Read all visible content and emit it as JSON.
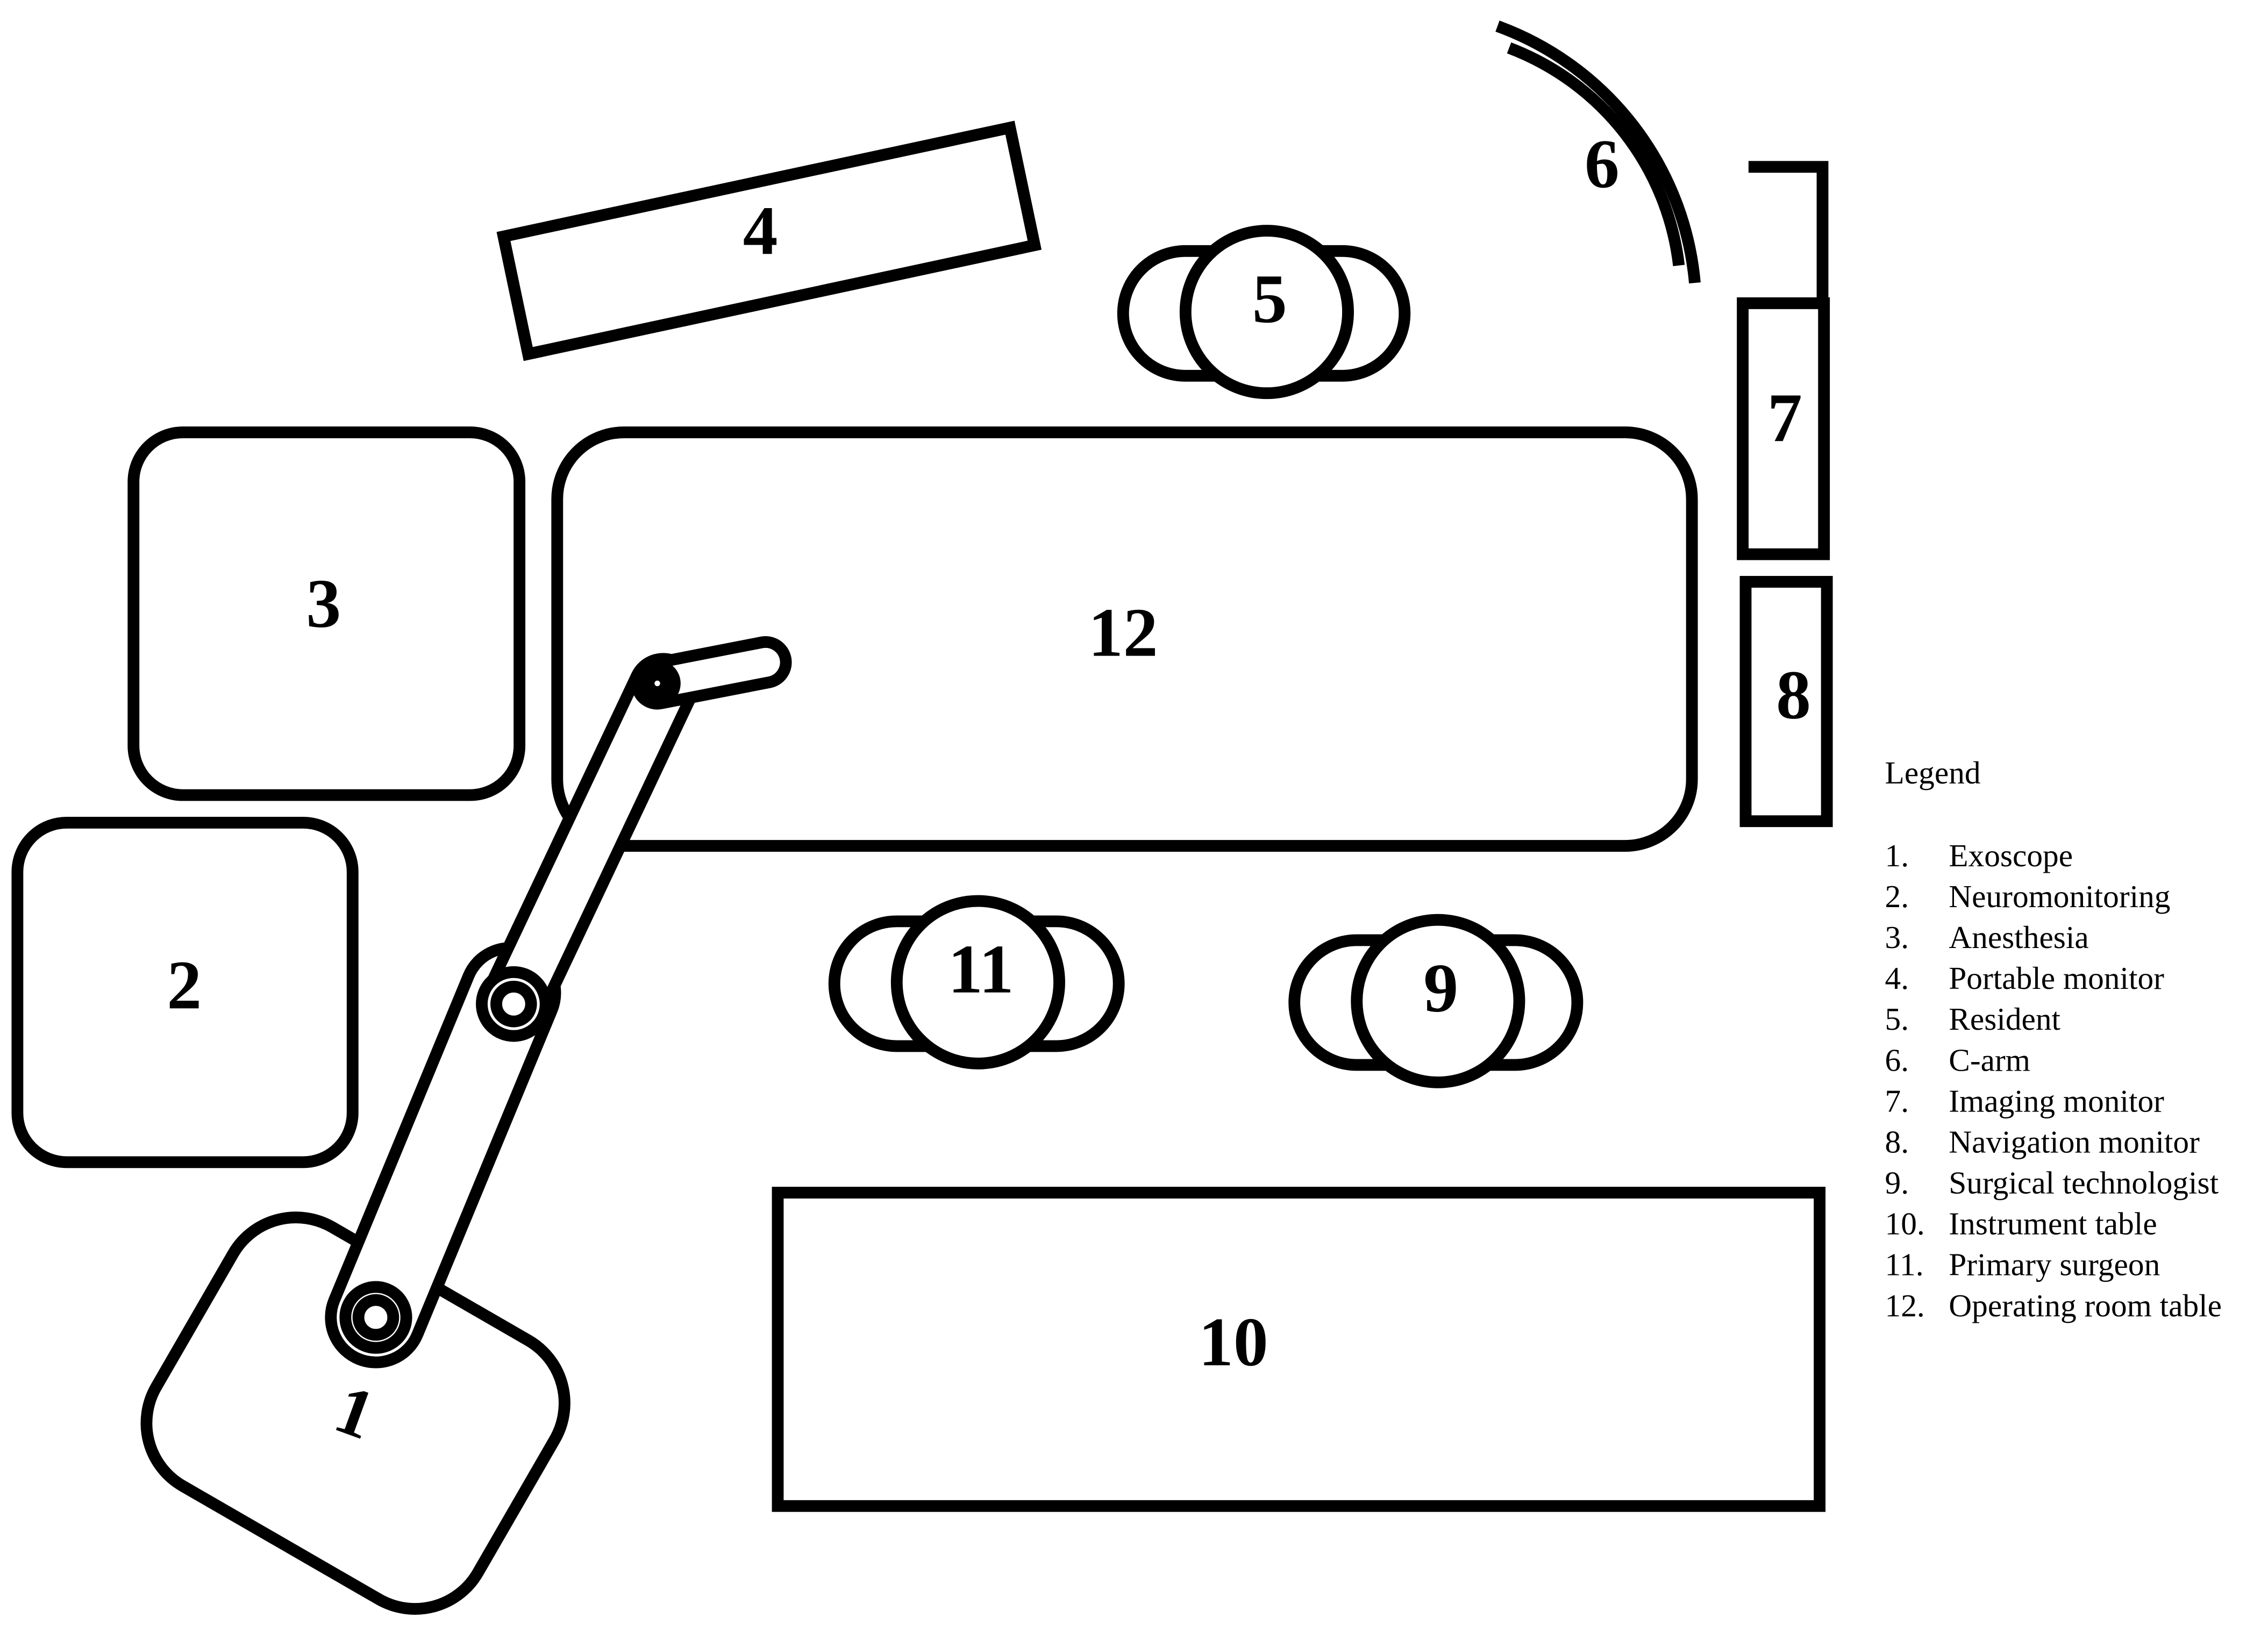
{
  "diagram": {
    "labels": {
      "exoscope": "1",
      "neuromonitoring": "2",
      "anesthesia": "3",
      "portable_monitor": "4",
      "resident": "5",
      "c_arm": "6",
      "imaging_monitor": "7",
      "navigation_monitor": "8",
      "surgical_technologist": "9",
      "instrument_table": "10",
      "primary_surgeon": "11",
      "operating_room_table": "12"
    }
  },
  "legend": {
    "title": "Legend",
    "items": [
      {
        "num": "1.",
        "label": "Exoscope"
      },
      {
        "num": "2.",
        "label": "Neuromonitoring"
      },
      {
        "num": "3.",
        "label": "Anesthesia"
      },
      {
        "num": "4.",
        "label": "Portable monitor"
      },
      {
        "num": "5.",
        "label": "Resident"
      },
      {
        "num": "6.",
        "label": "C-arm"
      },
      {
        "num": "7.",
        "label": "Imaging monitor"
      },
      {
        "num": "8.",
        "label": "Navigation monitor"
      },
      {
        "num": "9.",
        "label": "Surgical technologist"
      },
      {
        "num": "10.",
        "label": "Instrument table"
      },
      {
        "num": "11.",
        "label": "Primary surgeon"
      },
      {
        "num": "12.",
        "label": "Operating room table"
      }
    ]
  }
}
